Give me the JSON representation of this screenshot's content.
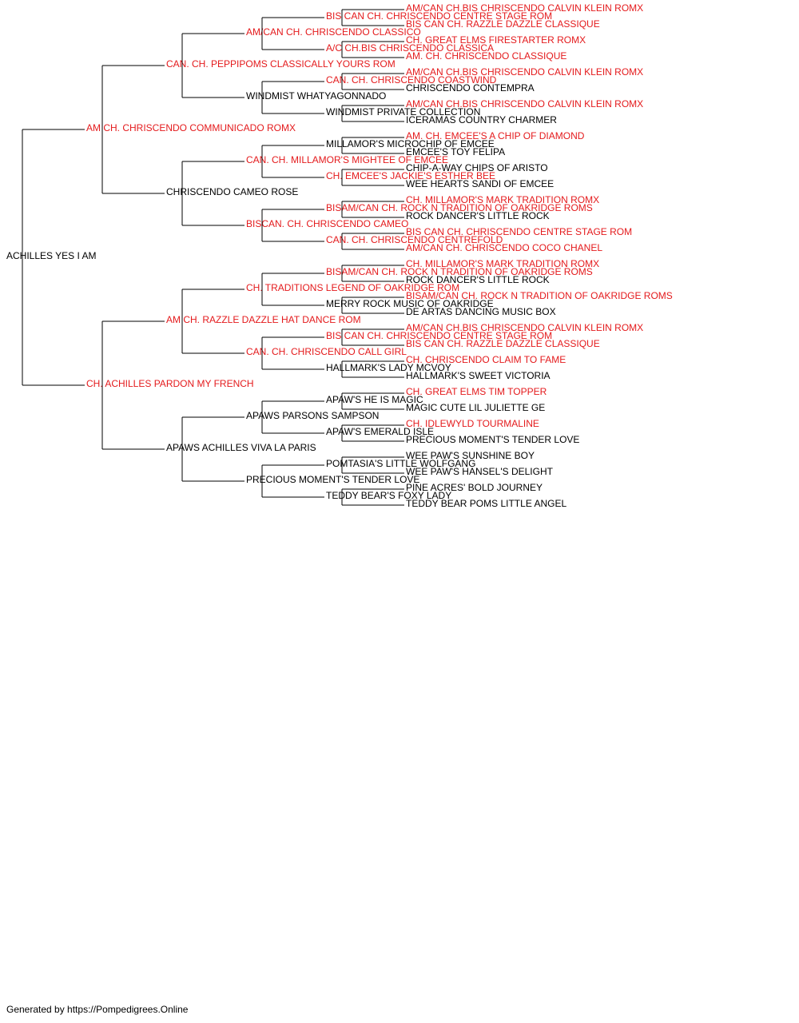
{
  "colors": {
    "titled": "#e41a1c",
    "plain": "#000000",
    "line": "#000000"
  },
  "pedigree": {
    "name": "ACHILLES YES I AM",
    "titled": false,
    "sire": {
      "name": "AM CH. CHRISCENDO COMMUNICADO ROMX",
      "titled": true,
      "sire": {
        "name": "CAN. CH. PEPPIPOMS CLASSICALLY YOURS ROM",
        "titled": true,
        "sire": {
          "name": "AM/CAN CH. CHRISCENDO CLASSICO",
          "titled": true,
          "sire": {
            "name": "BIS CAN CH. CHRISCENDO CENTRE STAGE ROM",
            "titled": true,
            "sire": {
              "name": "AM/CAN CH.BIS CHRISCENDO CALVIN KLEIN ROMX",
              "titled": true
            },
            "dam": {
              "name": "BIS CAN CH. RAZZLE DAZZLE CLASSIQUE",
              "titled": true
            }
          },
          "dam": {
            "name": "A/C CH.BIS CHRISCENDO CLASSICA",
            "titled": true,
            "sire": {
              "name": "CH. GREAT ELMS FIRESTARTER ROMX",
              "titled": true
            },
            "dam": {
              "name": "AM. CH. CHRISCENDO CLASSIQUE",
              "titled": true
            }
          }
        },
        "dam": {
          "name": "WINDMIST WHATYAGONNADO",
          "titled": false,
          "sire": {
            "name": "CAN. CH. CHRISCENDO COASTWIND",
            "titled": true,
            "sire": {
              "name": "AM/CAN CH.BIS CHRISCENDO CALVIN KLEIN ROMX",
              "titled": true
            },
            "dam": {
              "name": "CHRISCENDO CONTEMPRA",
              "titled": false
            }
          },
          "dam": {
            "name": "WINDMIST PRIVATE COLLECTION",
            "titled": false,
            "sire": {
              "name": "AM/CAN CH.BIS CHRISCENDO CALVIN KLEIN ROMX",
              "titled": true
            },
            "dam": {
              "name": "ICERAMAS COUNTRY CHARMER",
              "titled": false
            }
          }
        }
      },
      "dam": {
        "name": "CHRISCENDO CAMEO ROSE",
        "titled": false,
        "sire": {
          "name": "CAN. CH. MILLAMOR'S MIGHTEE OF EMCEE",
          "titled": true,
          "sire": {
            "name": "MILLAMOR'S MICROCHIP OF EMCEE",
            "titled": false,
            "sire": {
              "name": "AM. CH. EMCEE'S A CHIP OF DIAMOND",
              "titled": true
            },
            "dam": {
              "name": "EMCEE'S TOY FELIPA",
              "titled": false
            }
          },
          "dam": {
            "name": "CH. EMCEE'S JACKIE'S ESTHER BEE",
            "titled": true,
            "sire": {
              "name": "CHIP-A-WAY CHIPS OF ARISTO",
              "titled": false
            },
            "dam": {
              "name": "WEE HEARTS SANDI OF EMCEE",
              "titled": false
            }
          }
        },
        "dam": {
          "name": "BISCAN. CH. CHRISCENDO CAMEO",
          "titled": true,
          "sire": {
            "name": "BISAM/CAN CH. ROCK N TRADITION OF OAKRIDGE ROMS",
            "titled": true,
            "sire": {
              "name": "CH. MILLAMOR'S MARK TRADITION ROMX",
              "titled": true
            },
            "dam": {
              "name": "ROCK DANCER'S LITTLE ROCK",
              "titled": false
            }
          },
          "dam": {
            "name": "CAN. CH. CHRISCENDO CENTREFOLD",
            "titled": true,
            "sire": {
              "name": "BIS CAN CH. CHRISCENDO CENTRE STAGE ROM",
              "titled": true
            },
            "dam": {
              "name": "AM/CAN CH. CHRISCENDO COCO CHANEL",
              "titled": true
            }
          }
        }
      }
    },
    "dam": {
      "name": "CH. ACHILLES PARDON MY FRENCH",
      "titled": true,
      "sire": {
        "name": "AM CH. RAZZLE DAZZLE HAT DANCE ROM",
        "titled": true,
        "sire": {
          "name": "CH. TRADITIONS LEGEND OF OAKRIDGE ROM",
          "titled": true,
          "sire": {
            "name": "BISAM/CAN CH. ROCK N TRADITION OF OAKRIDGE ROMS",
            "titled": true,
            "sire": {
              "name": "CH. MILLAMOR'S MARK TRADITION ROMX",
              "titled": true
            },
            "dam": {
              "name": "ROCK DANCER'S LITTLE ROCK",
              "titled": false
            }
          },
          "dam": {
            "name": "MERRY ROCK MUSIC OF OAKRIDGE",
            "titled": false,
            "sire": {
              "name": "BISAM/CAN CH. ROCK N TRADITION OF OAKRIDGE ROMS",
              "titled": true
            },
            "dam": {
              "name": "DE ARTAS DANCING MUSIC BOX",
              "titled": false
            }
          }
        },
        "dam": {
          "name": "CAN. CH. CHRISCENDO CALL GIRL",
          "titled": true,
          "sire": {
            "name": "BIS CAN CH. CHRISCENDO CENTRE STAGE ROM",
            "titled": true,
            "sire": {
              "name": "AM/CAN CH.BIS CHRISCENDO CALVIN KLEIN ROMX",
              "titled": true
            },
            "dam": {
              "name": "BIS CAN CH. RAZZLE DAZZLE CLASSIQUE",
              "titled": true
            }
          },
          "dam": {
            "name": "HALLMARK'S LADY MCVOY",
            "titled": false,
            "sire": {
              "name": "CH. CHRISCENDO CLAIM TO FAME",
              "titled": true
            },
            "dam": {
              "name": "HALLMARK'S SWEET VICTORIA",
              "titled": false
            }
          }
        }
      },
      "dam": {
        "name": "APAWS ACHILLES VIVA LA PARIS",
        "titled": false,
        "sire": {
          "name": "APAWS PARSONS SAMPSON",
          "titled": false,
          "sire": {
            "name": "APAW'S HE IS MAGIC",
            "titled": false,
            "sire": {
              "name": "CH. GREAT ELMS TIM TOPPER",
              "titled": true
            },
            "dam": {
              "name": "MAGIC CUTE LIL JULIETTE GE",
              "titled": false
            }
          },
          "dam": {
            "name": "APAW'S EMERALD ISLE",
            "titled": false,
            "sire": {
              "name": "CH. IDLEWYLD TOURMALINE",
              "titled": true
            },
            "dam": {
              "name": "PRECIOUS MOMENT'S TENDER LOVE",
              "titled": false
            }
          }
        },
        "dam": {
          "name": "PRECIOUS MOMENT'S TENDER LOVE",
          "titled": false,
          "sire": {
            "name": "POMTASIA'S LITTLE WOLFGANG",
            "titled": false,
            "sire": {
              "name": "WEE PAW'S SUNSHINE BOY",
              "titled": false
            },
            "dam": {
              "name": "WEE PAW'S HANSEL'S DELIGHT",
              "titled": false
            }
          },
          "dam": {
            "name": "TEDDY BEAR'S FOXY LADY",
            "titled": false,
            "sire": {
              "name": "PINE ACRES' BOLD JOURNEY",
              "titled": false
            },
            "dam": {
              "name": "TEDDY BEAR POMS LITTLE ANGEL",
              "titled": false
            }
          }
        }
      }
    }
  },
  "footer": "Generated by https://Pompedigrees.Online"
}
